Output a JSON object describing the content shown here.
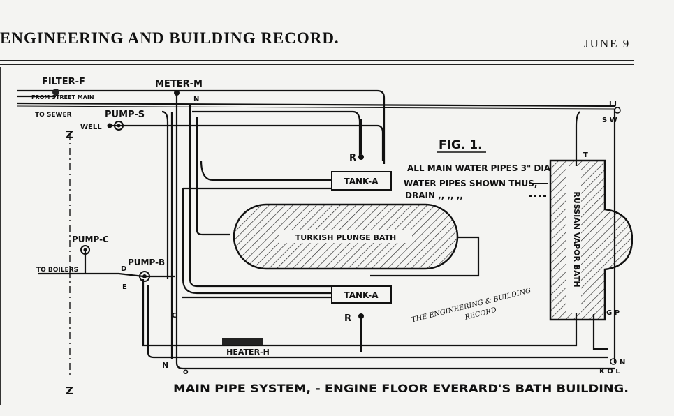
{
  "header": {
    "title": "ENGINEERING AND BUILDING RECORD.",
    "date": "JUNE 9"
  },
  "figure": {
    "label": "FIG. 1.",
    "caption": "MAIN PIPE SYSTEM, - ENGINE FLOOR EVERARD'S BATH BUILDING.",
    "credit_line1": "THE ENGINEERING & BUILDING",
    "credit_line2": "RECORD"
  },
  "legend": {
    "line1": "ALL MAIN WATER PIPES 3\" DIA",
    "line2": "WATER PIPES SHOWN THUS,",
    "line3": "DRAIN   ,,       ,,      ,,"
  },
  "labels": {
    "filter": "FILTER-F",
    "meter": "METER-M",
    "from_street_main": "FROM STREET MAIN",
    "to_sewer": "TO SEWER",
    "pump_s": "PUMP-S",
    "well": "WELL",
    "pump_c": "PUMP-C",
    "pump_b": "PUMP-B",
    "to_boilers": "TO BOILERS",
    "tank_a_top": "TANK-A",
    "tank_a_bottom": "TANK-A",
    "plunge_bath": "TURKISH PLUNGE BATH",
    "russian_bath": "RUSSIAN VAPOR BATH",
    "heater": "HEATER-H",
    "z_top": "Z",
    "z_bottom": "Z",
    "r_top": "R",
    "r_bottom": "R",
    "n_top": "N",
    "n_bottom_left": "N",
    "o_bottom": "O",
    "d": "D",
    "e": "E",
    "c": "C",
    "t": "T",
    "ij": "I J",
    "sw": "S W",
    "gp": "G P",
    "n_right": "N",
    "kol": "K O L"
  }
}
